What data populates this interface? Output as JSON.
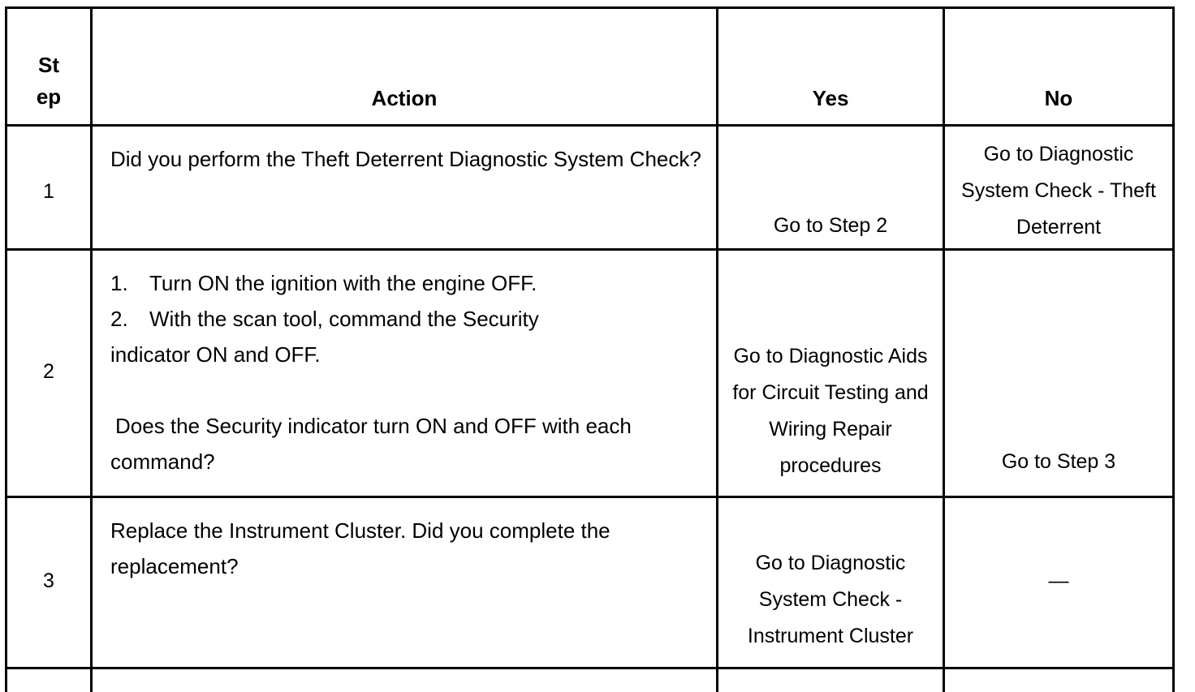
{
  "table": {
    "columns": [
      {
        "key": "step",
        "label": "St\nep",
        "label_lines": [
          "St",
          "ep"
        ]
      },
      {
        "key": "action",
        "label": "Action"
      },
      {
        "key": "yes",
        "label": "Yes"
      },
      {
        "key": "no",
        "label": "No"
      }
    ],
    "headers": {
      "step_line1": "St",
      "step_line2": "ep",
      "action": "Action",
      "yes": "Yes",
      "no": "No"
    },
    "rows": [
      {
        "step": "1",
        "action": {
          "type": "paragraph",
          "text": "Did you perform the Theft Deterrent Diagnostic System Check?"
        },
        "yes": "Go to Step 2",
        "no": "Go to Diagnostic System Check - Theft Deterrent"
      },
      {
        "step": "2",
        "action": {
          "type": "list-and-question",
          "items": [
            {
              "num": "1.",
              "text": "Turn ON the ignition with the engine OFF."
            },
            {
              "num": "2.",
              "text": "With the scan tool, command the Security"
            }
          ],
          "continuation": "indicator ON and OFF.",
          "question": "Does the Security indicator turn ON and OFF with each",
          "question_cont": "command?"
        },
        "yes": "Go to Diagnostic Aids for Circuit Testing and Wiring Repair procedures",
        "no": "Go to Step 3"
      },
      {
        "step": "3",
        "action": {
          "type": "paragraph",
          "text": "Replace the Instrument Cluster.  Did you complete the replacement?"
        },
        "yes": "Go to Diagnostic System Check - Instrument Cluster",
        "no": "—"
      }
    ]
  },
  "colors": {
    "border": "#000000",
    "text": "#000000",
    "background": "#ffffff"
  }
}
